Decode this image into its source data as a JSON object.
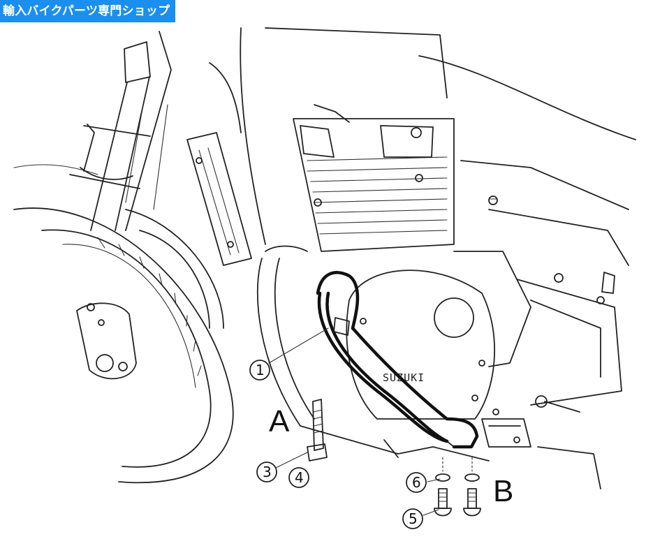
{
  "banner": {
    "text": "輸入バイクパーツ専門ショップ"
  },
  "engine_brand": "SUZUKI",
  "callouts": [
    {
      "id": "1",
      "label": "1"
    },
    {
      "id": "3",
      "label": "3"
    },
    {
      "id": "4",
      "label": "4"
    },
    {
      "id": "5",
      "label": "5"
    },
    {
      "id": "6",
      "label": "6"
    }
  ],
  "mount_points": {
    "a": "A",
    "b": "B"
  }
}
